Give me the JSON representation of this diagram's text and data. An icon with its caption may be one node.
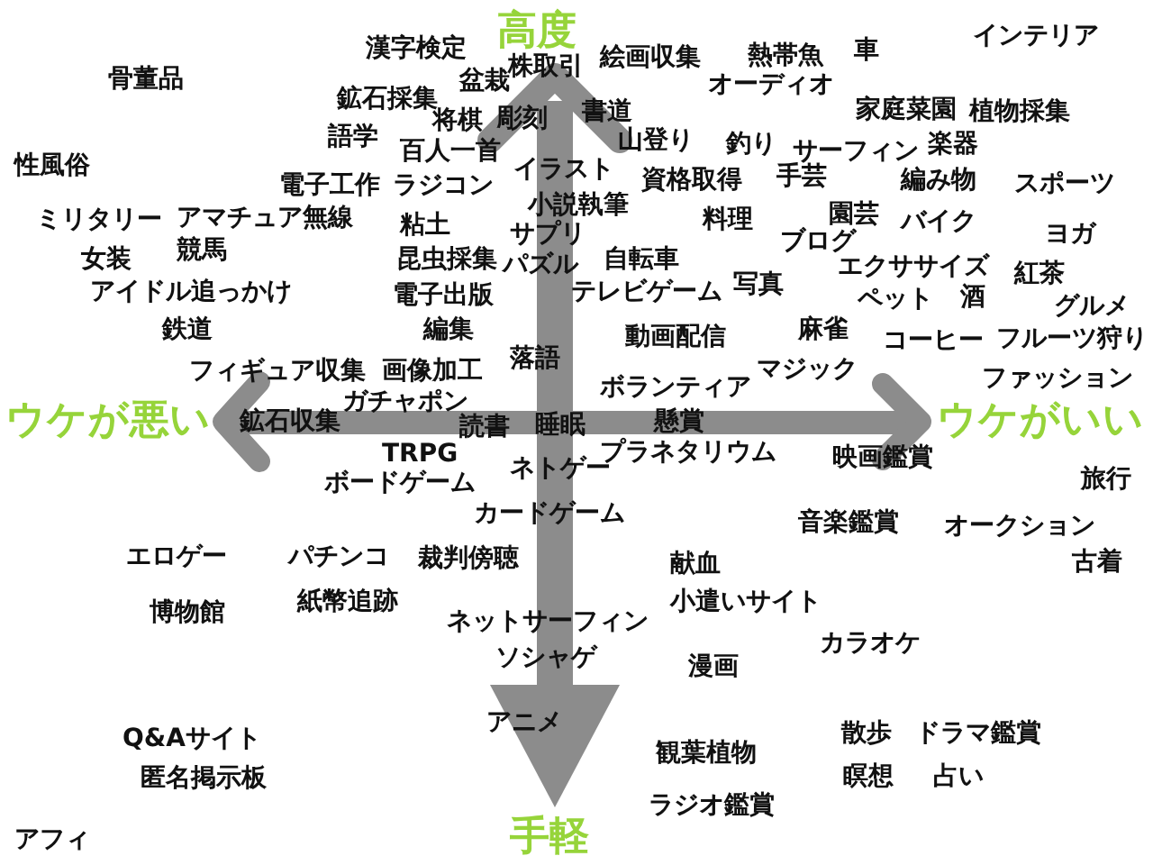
{
  "diagram": {
    "labels": [
      "漢字検定",
      "高度",
      "株取引",
      "絵画収集",
      "熱帯魚",
      "車",
      "インテリア",
      "骨董品",
      "盆栽",
      "オーディオ",
      "鉱石採集",
      "将棋",
      "彫刻",
      "書道",
      "家庭菜園",
      "植物採集",
      "語学",
      "百人一首",
      "山登り",
      "釣り",
      "サーフィン",
      "楽器",
      "性風俗",
      "電子工作",
      "ラジコン",
      "イラスト",
      "資格取得",
      "手芸",
      "編み物",
      "スポーツ",
      "ミリタリー",
      "アマチュア無線",
      "粘土",
      "小説執筆",
      "料理",
      "園芸",
      "バイク",
      "サプリ",
      "ブログ",
      "ヨガ",
      "女装",
      "競馬",
      "昆虫採集",
      "パズル",
      "自転車",
      "エクササイズ",
      "紅茶",
      "アイドル追っかけ",
      "電子出版",
      "テレビゲーム",
      "写真",
      "ペット",
      "酒",
      "グルメ",
      "鉄道",
      "編集",
      "動画配信",
      "麻雀",
      "コーヒー",
      "フルーツ狩り",
      "フィギュア収集",
      "画像加工",
      "落語",
      "ボランティア",
      "マジック",
      "ファッション",
      "ウケが悪い",
      "鉱石収集",
      "ガチャポン",
      "読書",
      "睡眠",
      "懸賞",
      "ウケがいい",
      "TRPG",
      "ネトゲー",
      "プラネタリウム",
      "映画鑑賞",
      "ボードゲーム",
      "旅行",
      "カードゲーム",
      "音楽鑑賞",
      "オークション",
      "エロゲー",
      "パチンコ",
      "裁判傍聴",
      "献血",
      "古着",
      "博物館",
      "紙幣追跡",
      "ネットサーフィン",
      "小遣いサイト",
      "ソシャゲ",
      "漫画",
      "カラオケ",
      "Q&Aサイト",
      "アニメ",
      "観葉植物",
      "散歩",
      "ドラマ鑑賞",
      "匿名掲示板",
      "ラジオ鑑賞",
      "瞑想",
      "占い",
      "アフィ",
      "手軽"
    ]
  }
}
